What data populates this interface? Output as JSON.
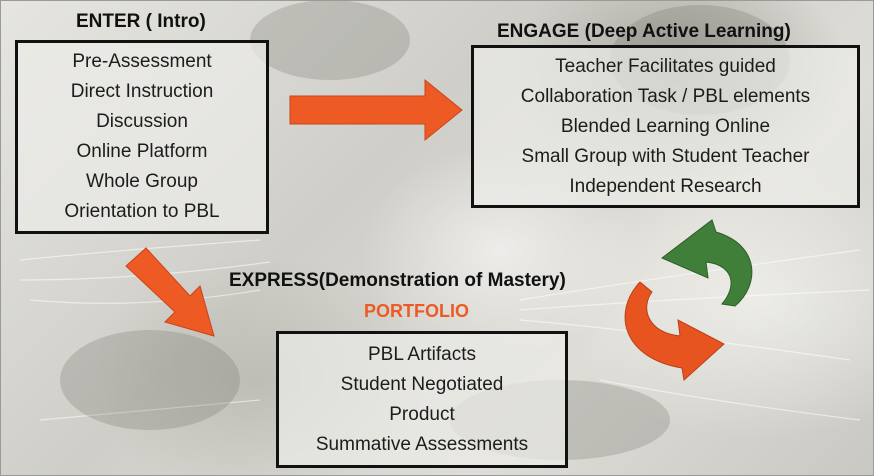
{
  "enter": {
    "title": "ENTER ( Intro)",
    "items": [
      "Pre-Assessment",
      "Direct Instruction",
      "Discussion",
      "Online Platform",
      "Whole Group",
      "Orientation to PBL"
    ]
  },
  "engage": {
    "title": "ENGAGE (Deep Active Learning)",
    "items": [
      "Teacher Facilitates guided",
      "Collaboration Task / PBL elements",
      "Blended Learning Online",
      "Small Group with Student Teacher",
      "Independent Research"
    ]
  },
  "express": {
    "title": "EXPRESS(Demonstration of Mastery)",
    "subtitle": "PORTFOLIO",
    "items": [
      "PBL Artifacts",
      "Student Negotiated",
      "Product",
      "Summative Assessments"
    ]
  },
  "colors": {
    "arrow_orange": "#ee5a24",
    "cycle_green": "#3f7f3a",
    "cycle_orange": "#e8541f",
    "portfolio_text": "#ee5a24"
  }
}
